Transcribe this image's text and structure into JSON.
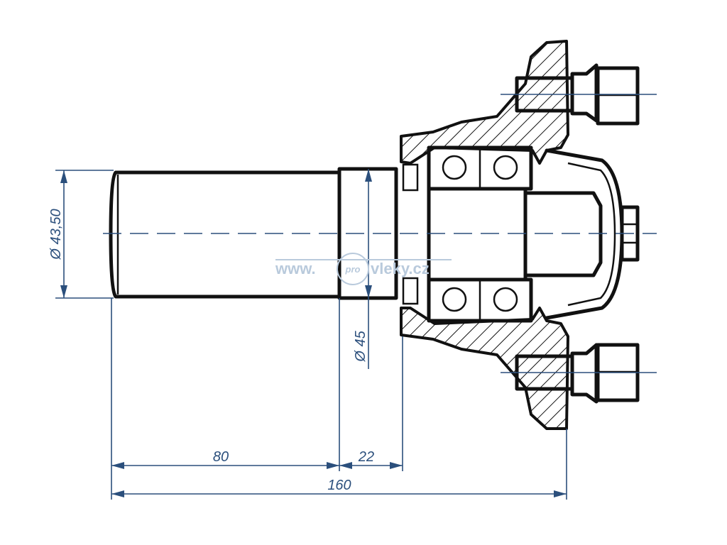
{
  "dimensions": {
    "diameter_shaft": "Ø 43,50",
    "diameter_collar": "Ø 45",
    "length_shaft": "80",
    "length_collar": "22",
    "length_total": "160"
  },
  "watermark": {
    "prefix": "www.",
    "badge": "pro",
    "suffix": "vleky.cz"
  },
  "colors": {
    "outline": "#111111",
    "dimension": "#2b4f7c",
    "watermark": "#b9cadc"
  }
}
